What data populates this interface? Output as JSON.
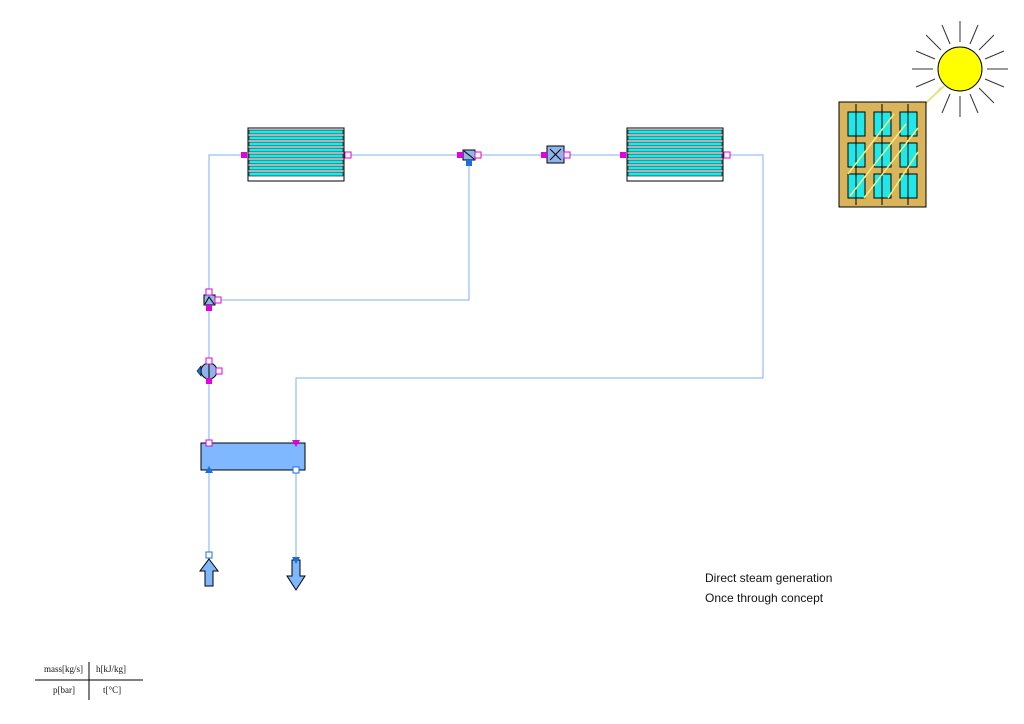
{
  "diagram": {
    "notes": {
      "line1": "Direct steam generation",
      "line2": "Once through concept"
    },
    "legend": {
      "top_left": "mass[kg/s]",
      "top_right": "h[kJ/kg]",
      "bottom_left": "p[bar]",
      "bottom_right": "t[°C]"
    },
    "colors": {
      "pipe": "#7fb2f0",
      "connector_magenta": "#e000e0",
      "connector_blue": "#1a6fe0",
      "collector_cyan": "#20e8e8",
      "panel_frame": "#d9b45a",
      "sun_yellow": "#ffff00",
      "heat_exchanger_fill": "#80b8ff"
    },
    "components": [
      "solar-collector-1",
      "solar-collector-2",
      "mixing-junction",
      "injection-valve",
      "splitter",
      "feedwater-pump",
      "heat-exchanger",
      "inlet-arrow",
      "outlet-arrow",
      "solar-panel",
      "sun"
    ]
  }
}
